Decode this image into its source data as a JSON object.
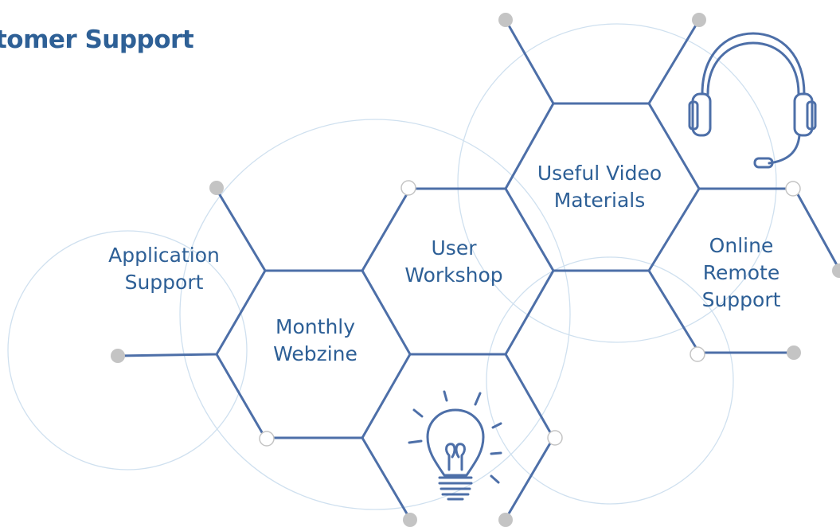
{
  "page": {
    "title": "stomer Support"
  },
  "colors": {
    "title": "#2e6096",
    "line": "#4d6fa8",
    "label": "#2d5f96",
    "circle": "#cfe0ef",
    "dot": "#c4c4c4"
  },
  "icons": [
    "headset-icon",
    "light-bulb-icon"
  ],
  "cells": [
    {
      "id": "application-support",
      "lines": [
        "Application",
        "Support"
      ]
    },
    {
      "id": "monthly-webzine",
      "lines": [
        "Monthly",
        "Webzine"
      ]
    },
    {
      "id": "user-workshop",
      "lines": [
        "User",
        "Workshop"
      ]
    },
    {
      "id": "useful-video-materials",
      "lines": [
        "Useful Video",
        "Materials"
      ]
    },
    {
      "id": "online-remote-support",
      "lines": [
        "Online",
        "Remote",
        "Support"
      ]
    }
  ]
}
